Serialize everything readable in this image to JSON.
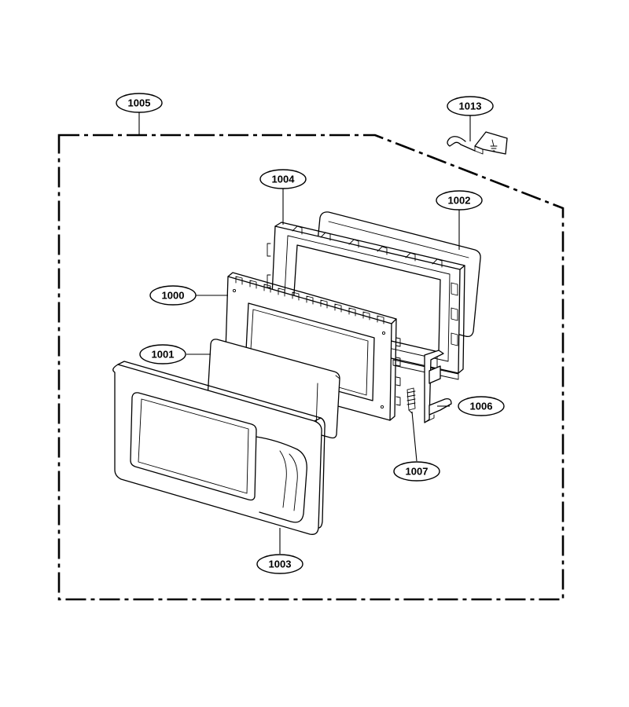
{
  "callouts": {
    "c1005": "1005",
    "c1013": "1013",
    "c1004": "1004",
    "c1002": "1002",
    "c1000": "1000",
    "c1001": "1001",
    "c1006": "1006",
    "c1007": "1007",
    "c1003": "1003"
  },
  "icons": {
    "ground_symbol": "ground-symbol-icon"
  }
}
